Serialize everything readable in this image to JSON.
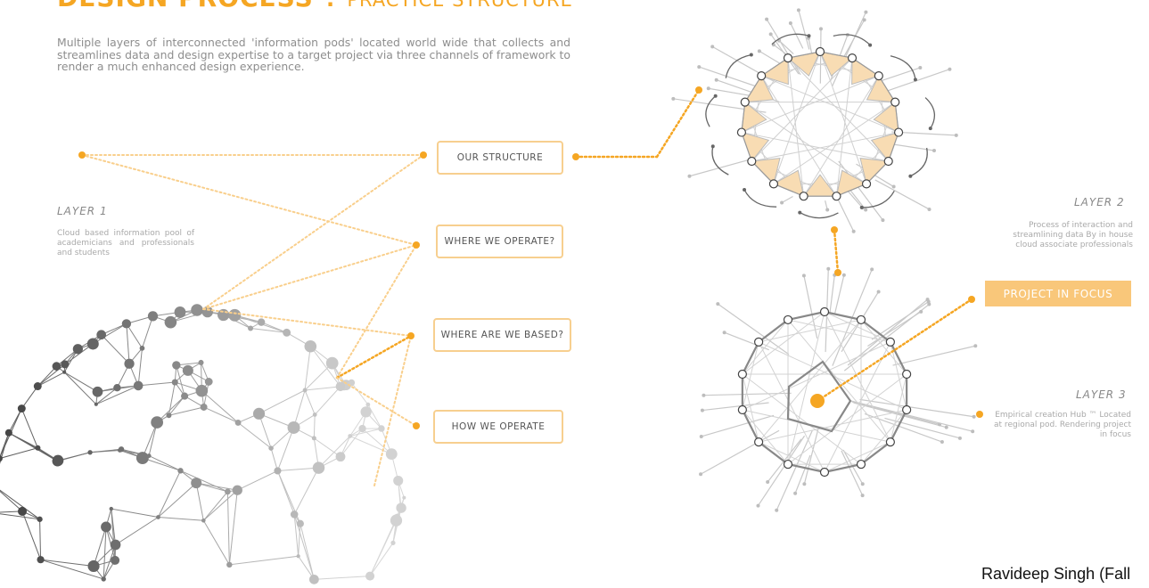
{
  "header": {
    "title_bold": "DESIGN PROCESS",
    "separator": ":",
    "title_light": "PRACTICE STRUCTURE",
    "intro": "Multiple layers of interconnected 'information pods' located world wide that collects and streamlines data and design expertise to a target project via three channels of framework to render a much enhanced design experience."
  },
  "nodes": [
    {
      "label": "OUR STRUCTURE"
    },
    {
      "label": "WHERE WE OPERATE?"
    },
    {
      "label": "WHERE ARE WE BASED?"
    },
    {
      "label": "HOW WE OPERATE"
    }
  ],
  "layers": [
    {
      "title": "LAYER 1",
      "description": "Cloud based information pool of academicians and professionals and students"
    },
    {
      "title": "LAYER 2",
      "description": "Process of interaction and streamlining data By in house cloud associate professionals"
    },
    {
      "title": "LAYER 3",
      "description": "Empirical creation Hub ™ Located at regional pod. Rendering project in focus"
    }
  ],
  "focus_label": "PROJECT IN FOCUS",
  "author": "Ravideep Singh (Fall",
  "colors": {
    "accent": "#f5a623",
    "box_border": "#f7cf8f",
    "focus_fill": "#f9c77a",
    "triangle_fill": "#f8dcb3",
    "mesh_dark": "#555555",
    "mesh_light": "#c8c8c8"
  }
}
